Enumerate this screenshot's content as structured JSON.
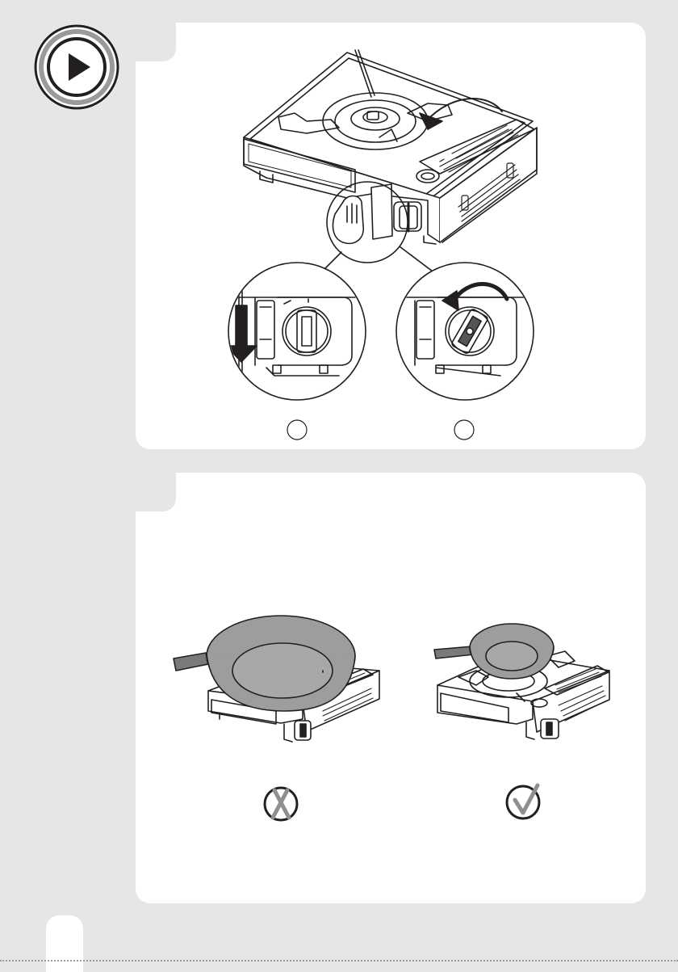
{
  "page": {
    "play_icon": "play-icon",
    "colors": {
      "background": "#e6e6e7",
      "panel": "#ffffff",
      "line": "#231f20",
      "pan_fill": "#9d9d9d",
      "wrong": "#8f8f8f"
    }
  },
  "step_top": {
    "items": [
      {
        "icon": "push-down-detail",
        "marker": ""
      },
      {
        "icon": "rotate-knob-detail",
        "marker": ""
      }
    ]
  },
  "step_bottom": {
    "items": [
      {
        "icon": "oversized-pan-stove",
        "verdict_icon": "cross-icon",
        "verdict": "incorrect"
      },
      {
        "icon": "correct-pan-stove",
        "verdict_icon": "check-icon",
        "verdict": "correct"
      }
    ]
  }
}
